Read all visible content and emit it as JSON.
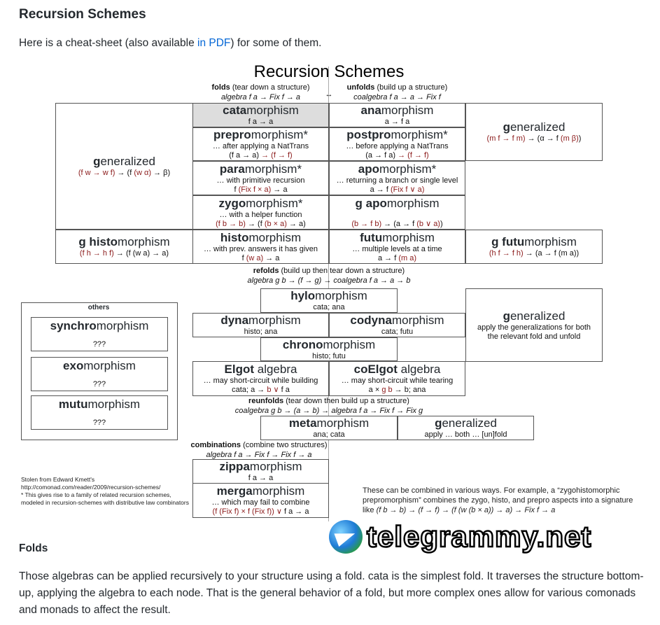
{
  "header": {
    "title": "Recursion Schemes",
    "intro_pre": "Here is a cheat-sheet (also available ",
    "intro_link": "in PDF",
    "intro_post": ") for some of them."
  },
  "diagram": {
    "title": "Recursion Schemes",
    "folds": {
      "bold": "folds",
      "rest": " (tear down a structure)",
      "sig": "algebra f a → Fix f → a"
    },
    "unfolds": {
      "bold": "unfolds",
      "rest": " (build up a structure)",
      "sig": "coalgebra f a → a → Fix f"
    },
    "dual_arrow": "↔",
    "refolds": {
      "bold": "refolds",
      "rest": " (build up then tear down a structure)",
      "sig": "algebra g b → (f → g) → coalgebra f a → a → b"
    },
    "reunfolds": {
      "bold": "reunfolds",
      "rest": " (tear down then build up a structure)",
      "sig": "coalgebra g b → (a → b) → algebra f a → Fix f → Fix g"
    },
    "combinations": {
      "bold": "combinations",
      "rest": " (combine two structures)",
      "sig": "algebra f a → Fix f → Fix f → a"
    },
    "others_title": "others",
    "boxes": [
      {
        "id": "cata",
        "b": "cata",
        "n": "morphism",
        "s": [
          [
            "f a → a",
            0
          ]
        ]
      },
      {
        "id": "ana",
        "b": "ana",
        "n": "morphism",
        "s": [
          [
            "a → f a",
            0
          ]
        ]
      },
      {
        "id": "prepro",
        "b": "prepro",
        "n": "morphism*",
        "d": "… after applying a NatTrans",
        "s": [
          [
            "(f a → a) ",
            0
          ],
          [
            "→ (f → f)",
            1
          ]
        ]
      },
      {
        "id": "postpro",
        "b": "postpro",
        "n": "morphism*",
        "d": "… before applying a NatTrans",
        "s": [
          [
            "(a → f a) ",
            0
          ],
          [
            "→ (f → f)",
            1
          ]
        ]
      },
      {
        "id": "para",
        "b": "para",
        "n": "morphism*",
        "d": "… with primitive recursion",
        "s": [
          [
            "f ",
            0
          ],
          [
            "(Fix f × a)",
            1
          ],
          [
            " → a",
            0
          ]
        ]
      },
      {
        "id": "apo",
        "b": "apo",
        "n": "morphism*",
        "d": "… returning a branch or single level",
        "s": [
          [
            "a → f ",
            0
          ],
          [
            "(Fix f ∨ a)",
            1
          ]
        ]
      },
      {
        "id": "zygo",
        "b": "zygo",
        "n": "morphism*",
        "d": "… with a helper function",
        "s": [
          [
            "(f b → b)",
            1
          ],
          [
            " → (f ",
            0
          ],
          [
            "(b × a)",
            1
          ],
          [
            " → a)",
            0
          ]
        ]
      },
      {
        "id": "gapo",
        "b": "g apo",
        "n": "morphism",
        "d": "",
        "s": [
          [
            "(b → f b)",
            1
          ],
          [
            " → (a → f ",
            0
          ],
          [
            "(b ∨ a)",
            1
          ],
          [
            ")",
            0
          ]
        ]
      },
      {
        "id": "histo",
        "b": "histo",
        "n": "morphism",
        "d": "… with prev. answers it has given",
        "s": [
          [
            "f ",
            0
          ],
          [
            "(w a)",
            1
          ],
          [
            " → a",
            0
          ]
        ]
      },
      {
        "id": "futu",
        "b": "futu",
        "n": "morphism",
        "d": "… multiple levels at a time",
        "s": [
          [
            "a → f ",
            0
          ],
          [
            "(m a)",
            1
          ]
        ]
      },
      {
        "id": "genfold",
        "b": "g",
        "n": "eneralized",
        "s": [
          [
            "(f w → w f)",
            1
          ],
          [
            " → (f ",
            0
          ],
          [
            "(w α)",
            1
          ],
          [
            " → β)",
            0
          ]
        ]
      },
      {
        "id": "genunfold",
        "b": "g",
        "n": "eneralized",
        "s": [
          [
            "(m f → f m)",
            1
          ],
          [
            " → (α → f ",
            0
          ],
          [
            "(m β)",
            1
          ],
          [
            ")",
            0
          ]
        ]
      },
      {
        "id": "ghisto",
        "b": "g histo",
        "n": "morphism",
        "s": [
          [
            "(f h → h f)",
            1
          ],
          [
            " → (f (w a) → a)",
            0
          ]
        ]
      },
      {
        "id": "gfutu",
        "b": "g futu",
        "n": "morphism",
        "s": [
          [
            "(h f → f h)",
            1
          ],
          [
            " → (a → f (m a))",
            0
          ]
        ]
      },
      {
        "id": "hylo",
        "b": "hylo",
        "n": "morphism",
        "s": [
          [
            "cata; ana",
            0
          ]
        ]
      },
      {
        "id": "dyna",
        "b": "dyna",
        "n": "morphism",
        "s": [
          [
            "histo; ana",
            0
          ]
        ]
      },
      {
        "id": "codyna",
        "b": "codyna",
        "n": "morphism",
        "s": [
          [
            "cata; futu",
            0
          ]
        ]
      },
      {
        "id": "chrono",
        "b": "chrono",
        "n": "morphism",
        "s": [
          [
            "histo; futu",
            0
          ]
        ]
      },
      {
        "id": "elgot",
        "b": "Elgot",
        "n": " algebra",
        "d": "… may short-circuit while building",
        "s": [
          [
            "cata; a → ",
            0
          ],
          [
            "b ∨ ",
            1
          ],
          [
            "f a",
            0
          ]
        ]
      },
      {
        "id": "coelgot",
        "b": "coElgot",
        "n": " algebra",
        "d": "… may short-circuit while tearing",
        "s": [
          [
            "a × ",
            0
          ],
          [
            "g b",
            1
          ],
          [
            " → b; ana",
            0
          ]
        ]
      },
      {
        "id": "genrefold",
        "b": "g",
        "n": "eneralized",
        "d": "apply the generalizations for both the relevant fold and unfold"
      },
      {
        "id": "meta",
        "b": "meta",
        "n": "morphism",
        "s": [
          [
            "ana; cata",
            0
          ]
        ]
      },
      {
        "id": "genreunfold",
        "b": "g",
        "n": "eneralized",
        "s": [
          [
            "apply … both … [un]fold",
            0
          ]
        ]
      },
      {
        "id": "synchro",
        "b": "synchro",
        "n": "morphism",
        "s": [
          [
            "???",
            0
          ]
        ]
      },
      {
        "id": "exo",
        "b": "exo",
        "n": "morphism",
        "s": [
          [
            "???",
            0
          ]
        ]
      },
      {
        "id": "mutu",
        "b": "mutu",
        "n": "morphism",
        "s": [
          [
            "???",
            0
          ]
        ]
      },
      {
        "id": "zippa",
        "b": "zippa",
        "n": "morphism",
        "s": [
          [
            "f a → a",
            0
          ]
        ]
      },
      {
        "id": "merga",
        "b": "merga",
        "n": "morphism",
        "d": "… which may fail to combine",
        "s": [
          [
            "(f (Fix f) × f (Fix f)) ∨ ",
            1
          ],
          [
            "f a → a",
            0
          ]
        ]
      }
    ],
    "footnote1": "Stolen from Edward Kmett's http://comonad.com/reader/2009/recursion-schemes/",
    "footnote2": "* This gives rise to a family of related recursion schemes, modeled in recursion-schemes with distributive law combinators",
    "note_pre": "These can be combined in various ways. For example, a “zygohistomorphic prepromorphism” combines the zygo, histo, and prepro aspects into a signature like ",
    "note_sig": "(f b → b) → (f → f) → (f (w (b × a)) → a) → Fix f → a"
  },
  "folds_section": {
    "title": "Folds",
    "text": "Those algebras can be applied recursively to your structure using a fold. cata is the simplest fold. It traverses the structure bottom-up, applying the algebra to each node. That is the general behavior of a fold, but more complex ones allow for various comonads and monads to affect the result."
  },
  "watermark": "telegrammy.net"
}
